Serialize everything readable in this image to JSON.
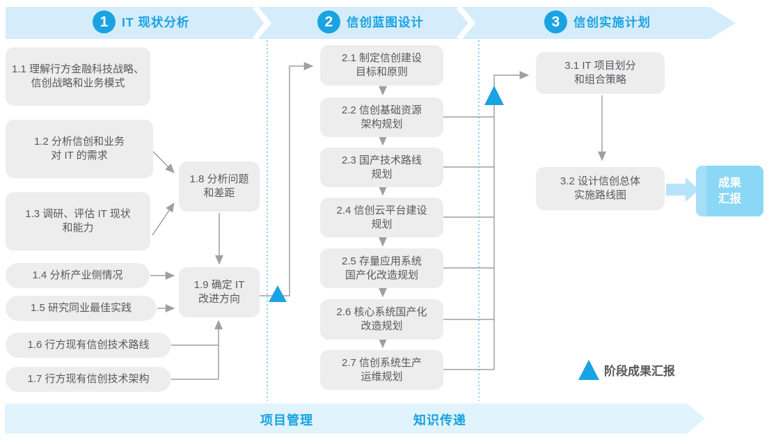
{
  "colors": {
    "accent_blue": "#1aa3e2",
    "top_banner_fill": "#d5ecfa",
    "bottom_banner_fill": "#e1f3fc",
    "node_fill": "#ededee",
    "node_text": "#58595b",
    "connector_gray": "#9d9fa2",
    "dotted_divider_blue": "#56c0ea",
    "result_box_fill": "#8bd7f6",
    "big_arrow_fill": "#b7e3fa"
  },
  "phases": [
    {
      "num": "1",
      "title": "IT 现状分析"
    },
    {
      "num": "2",
      "title": "信创蓝图设计"
    },
    {
      "num": "3",
      "title": "信创实施计划"
    }
  ],
  "phase1": {
    "b11": {
      "l1": "1.1 理解行方金融科技战略、",
      "l2": "信创战略和业务模式"
    },
    "b12": {
      "l1": "1.2 分析信创和业务",
      "l2": "对 IT 的需求"
    },
    "b13": {
      "l1": "1.3 调研、评估 IT 现状",
      "l2": "和能力"
    },
    "b14": {
      "l1": "1.4 分析产业侧情况"
    },
    "b15": {
      "l1": "1.5 研究同业最佳实践"
    },
    "b16": {
      "l1": "1.6 行方现有信创技术路线"
    },
    "b17": {
      "l1": "1.7 行方现有信创技术架构"
    },
    "b18": {
      "l1": "1.8 分析问题",
      "l2": "和差距"
    },
    "b19": {
      "l1": "1.9 确定 IT",
      "l2": "改进方向"
    }
  },
  "phase2": {
    "b21": {
      "l1": "2.1 制定信创建设",
      "l2": "目标和原则"
    },
    "b22": {
      "l1": "2.2 信创基础资源",
      "l2": "架构规划"
    },
    "b23": {
      "l1": "2.3 国产技术路线",
      "l2": "规划"
    },
    "b24": {
      "l1": "2.4 信创云平台建设",
      "l2": "规划"
    },
    "b25": {
      "l1": "2.5 存量应用系统",
      "l2": "国产化改造规划"
    },
    "b26": {
      "l1": "2.6 核心系统国产化",
      "l2": "改造规划"
    },
    "b27": {
      "l1": "2.7 信创系统生产",
      "l2": "运维规划"
    }
  },
  "phase3": {
    "b31": {
      "l1": "3.1 IT 项目划分",
      "l2": "和组合策略"
    },
    "b32": {
      "l1": "3.2 设计信创总体",
      "l2": "实施路线图"
    },
    "result": {
      "l1": "成果",
      "l2": "汇报"
    }
  },
  "legend": {
    "milestone_label": "阶段成果汇报"
  },
  "footer": {
    "left_label": "项目管理",
    "right_label": "知识传递"
  }
}
